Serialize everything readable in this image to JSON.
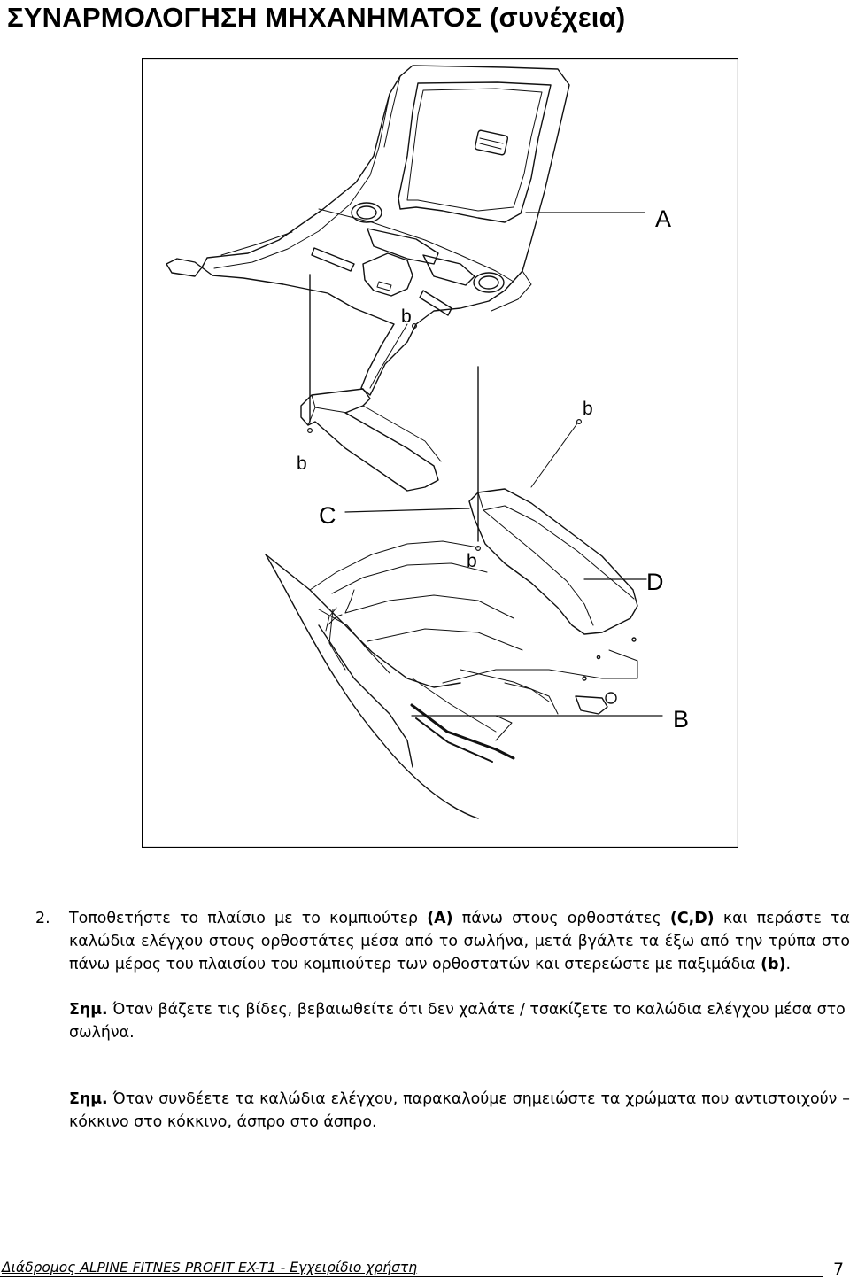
{
  "title": "ΣΥΝΑΡΜΟΛΟΓΗΣΗ ΜΗΧΑΝΗΜΑΤΟΣ (συνέχεια)",
  "figure": {
    "labels": {
      "A": "A",
      "B": "B",
      "C": "C",
      "D": "D",
      "b1": "b",
      "b2": "b",
      "b3": "b",
      "b4": "b"
    }
  },
  "step": {
    "number": "2.",
    "t1": "Τοποθετήστε το πλαίσιο με το κομπιούτερ ",
    "b1": "(A)",
    "t2": " πάνω στους ορθοστάτες ",
    "b2": "(C,D)",
    "t3": " και περάστε τα καλώδια ελέγχου στους ορθοστάτες μέσα από το σωλήνα, μετά βγάλτε τα έξω από την τρύπα στο πάνω μέρος του πλαισίου του κομπιούτερ των ορθοστατών και στερεώστε με παξιμάδια ",
    "b3": "(b)",
    "t4": "."
  },
  "note1": {
    "label": "Σημ.",
    "text": " Όταν βάζετε τις βίδες, βεβαιωθείτε ότι δεν χαλάτε / τσακίζετε το καλώδια ελέγχου μέσα στο σωλήνα."
  },
  "note2": {
    "label": "Σημ.",
    "text": " Όταν συνδέετε τα καλώδια ελέγχου, παρακαλούμε σημειώστε τα χρώματα που αντιστοιχούν –κόκκινο στο κόκκινο, άσπρο στο άσπρο."
  },
  "footer": {
    "text": "Διάδρομος ALPINE FITNES PROFIT EX-T1 - Εγχειρίδιο χρήστη",
    "page": "7"
  }
}
